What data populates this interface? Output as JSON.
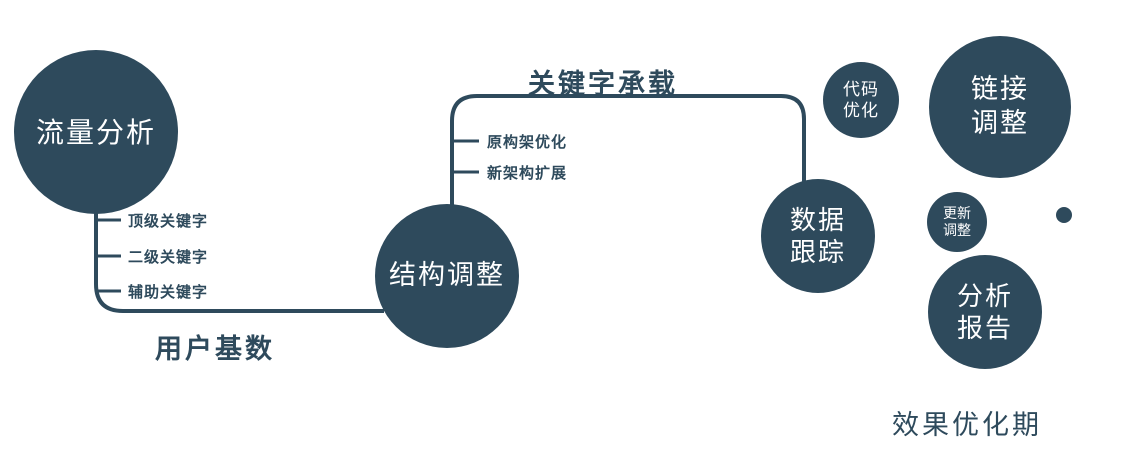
{
  "diagram": {
    "colors": {
      "primary": "#2e4a5c",
      "text_on_dark": "#ffffff"
    },
    "nodes": {
      "traffic_analysis": {
        "label": "流量分析"
      },
      "structure_adjustment": {
        "label": "结构调整"
      },
      "data_tracking": {
        "lines": [
          "数据",
          "跟踪"
        ]
      },
      "code_optimization": {
        "lines": [
          "代码",
          "优化"
        ]
      },
      "link_adjustment": {
        "lines": [
          "链接",
          "调整"
        ]
      },
      "update_adjustment": {
        "lines": [
          "更新",
          "调整"
        ]
      },
      "analysis_report": {
        "lines": [
          "分析",
          "报告"
        ]
      }
    },
    "edge_labels": {
      "user_base": "用户基数",
      "keyword_load": "关键字承载"
    },
    "branch_labels": {
      "traffic": [
        "顶级关键字",
        "二级关键字",
        "辅助关键字"
      ],
      "structure": [
        "原构架优化",
        "新架构扩展"
      ]
    },
    "caption": "效果优化期"
  }
}
